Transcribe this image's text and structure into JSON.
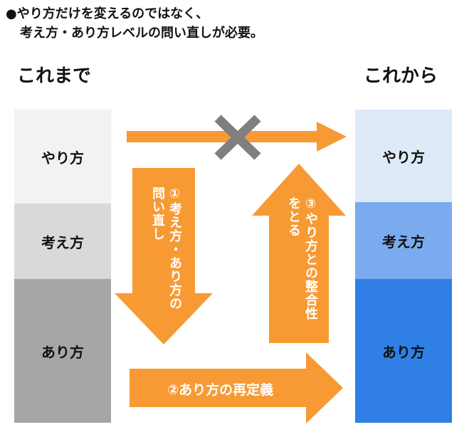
{
  "heading": {
    "line1": "●やり方だけを変えるのではなく、",
    "line2": "考え方・あり方レベルの問い直しが必要。"
  },
  "left": {
    "title": "これまで",
    "items": [
      "やり方",
      "考え方",
      "あり方"
    ],
    "colors": [
      "#f2f2f2",
      "#d9d9d9",
      "#a6a6a6"
    ]
  },
  "right": {
    "title": "これから",
    "items": [
      "やり方",
      "考え方",
      "あり方"
    ],
    "colors": [
      "#dfeaf8",
      "#7aabee",
      "#2f7fe6"
    ]
  },
  "arrows": {
    "step1": {
      "line1": "①考え方・あり方の",
      "line2": "問い直し"
    },
    "step2": "②あり方の再定義",
    "step3": {
      "line1": "③やり方との整合性",
      "line2": "をとる"
    },
    "color": "#f79a34",
    "blocked_mark_color": "#7f7f7f"
  }
}
